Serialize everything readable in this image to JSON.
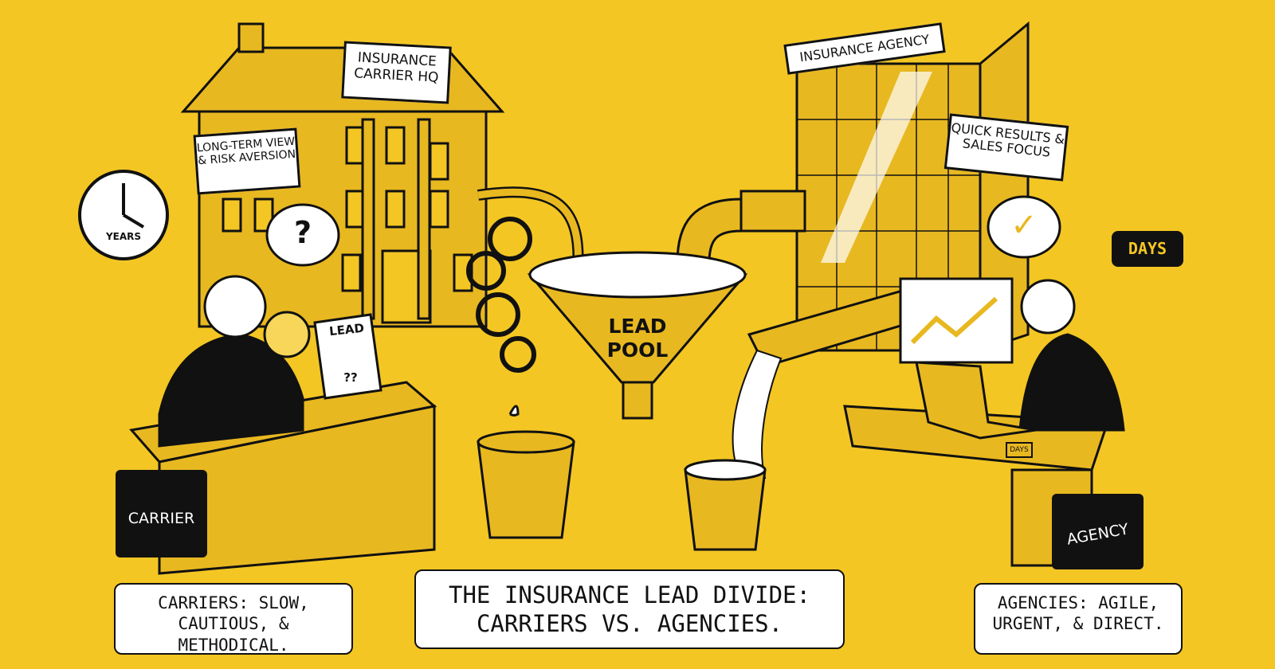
{
  "colors": {
    "background": "#F3C623",
    "ink": "#111111",
    "paper": "#FFFFFF",
    "building": "#E8B820"
  },
  "carrier": {
    "building_sign": "INSURANCE CARRIER HQ",
    "banner": "LONG-TERM VIEW & RISK AVERSION",
    "clock_label": "YEARS",
    "thought": "?",
    "document_title": "LEAD",
    "document_marks": "??",
    "briefcase": "CARRIER",
    "caption": "CARRIERS: SLOW, CAUTIOUS, & METHODICAL."
  },
  "agency": {
    "building_sign": "INSURANCE AGENCY",
    "banner": "QUICK RESULTS & SALES FOCUS",
    "clock_label": "DAYS",
    "desk_clock": "DAYS",
    "thought": "✓",
    "briefcase": "AGENCY",
    "caption": "AGENCIES: AGILE, URGENT, & DIRECT."
  },
  "center": {
    "funnel_label": "LEAD POOL",
    "title": "THE INSURANCE LEAD DIVIDE: CARRIERS VS. AGENCIES."
  }
}
